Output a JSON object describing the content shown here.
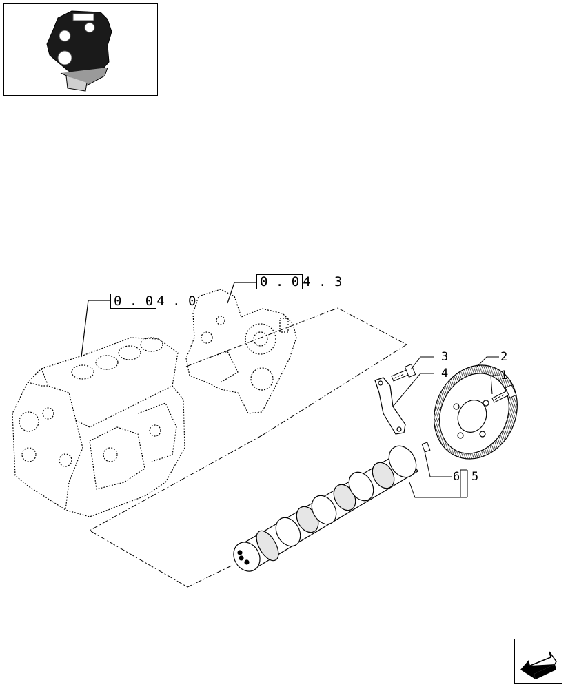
{
  "references": [
    {
      "boxed": "0 . 0",
      "rest": "4 . 0"
    },
    {
      "boxed": "0 . 0",
      "rest": "4 . 3"
    }
  ],
  "callouts": [
    "1",
    "2",
    "3",
    "4",
    "5",
    "6"
  ],
  "icons": {
    "thumbnail": "engine-thumbnail-icon",
    "navigation": "next-page-arrow-icon"
  },
  "colors": {
    "line": "#000000",
    "background": "#ffffff"
  }
}
